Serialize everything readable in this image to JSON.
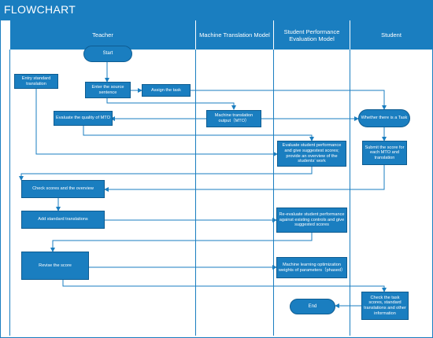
{
  "header": {
    "title": "FLOWCHART"
  },
  "lanes": [
    {
      "label": "Teacher"
    },
    {
      "label": "Machine Translation Model"
    },
    {
      "label": "Student Performance Evaluation Model"
    },
    {
      "label": "Student"
    }
  ],
  "nodes": {
    "start": "Start",
    "entry_standard": "Entry standard translation",
    "enter_source": "Enter the source sentence",
    "assign_task": "Assign the task",
    "evaluate_mto": "Evaluate the quality of MTO",
    "mt_output": "Machine translation output（MTO）",
    "whether_task": "Whether there is a Task",
    "evaluate_student": "Evaluate student performance and give suggestest scores; provide an overview of the students’ work",
    "submit_score": "Submit the score for each MTO and translation",
    "check_scores": "Check scores and the overview",
    "add_standard": "Add standard translations",
    "reevaluate": "Re-evaluate student performance against existing controls and give suggested scores",
    "revise_score": "Revise the  score",
    "ml_optimization": "Machine learning optimization weights of parameters（phased）",
    "check_task": "Check the task scores, standard translations and other information",
    "end": "End"
  },
  "colors": {
    "primary": "#1a7ec0",
    "border": "#0e5c91",
    "text": "#ffffff"
  }
}
